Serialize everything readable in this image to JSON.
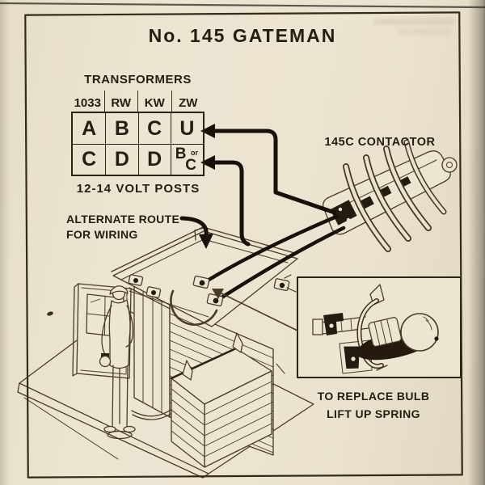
{
  "page": {
    "title": "No. 145 GATEMAN"
  },
  "transformer_table": {
    "heading": "TRANSFORMERS",
    "columns": [
      "1033",
      "RW",
      "KW",
      "ZW"
    ],
    "rows": [
      [
        "A",
        "B",
        "C",
        "U"
      ],
      [
        "C",
        "D",
        "D",
        "B or C"
      ]
    ],
    "special_cell": {
      "top": "B",
      "mid": "or",
      "bottom": "C"
    },
    "caption": "12-14 VOLT POSTS"
  },
  "labels": {
    "contactor": "145C CONTACTOR",
    "alternate_route_line1": "ALTERNATE ROUTE",
    "alternate_route_line2": "FOR WIRING",
    "bulb_line1": "TO REPLACE BULB",
    "bulb_line2": "LIFT UP SPRING"
  },
  "colors": {
    "paper": "#ebe3d0",
    "ink": "#241d11",
    "line_art": "#4a3b26",
    "wire": "#17110a",
    "frame": "#332a1a"
  }
}
